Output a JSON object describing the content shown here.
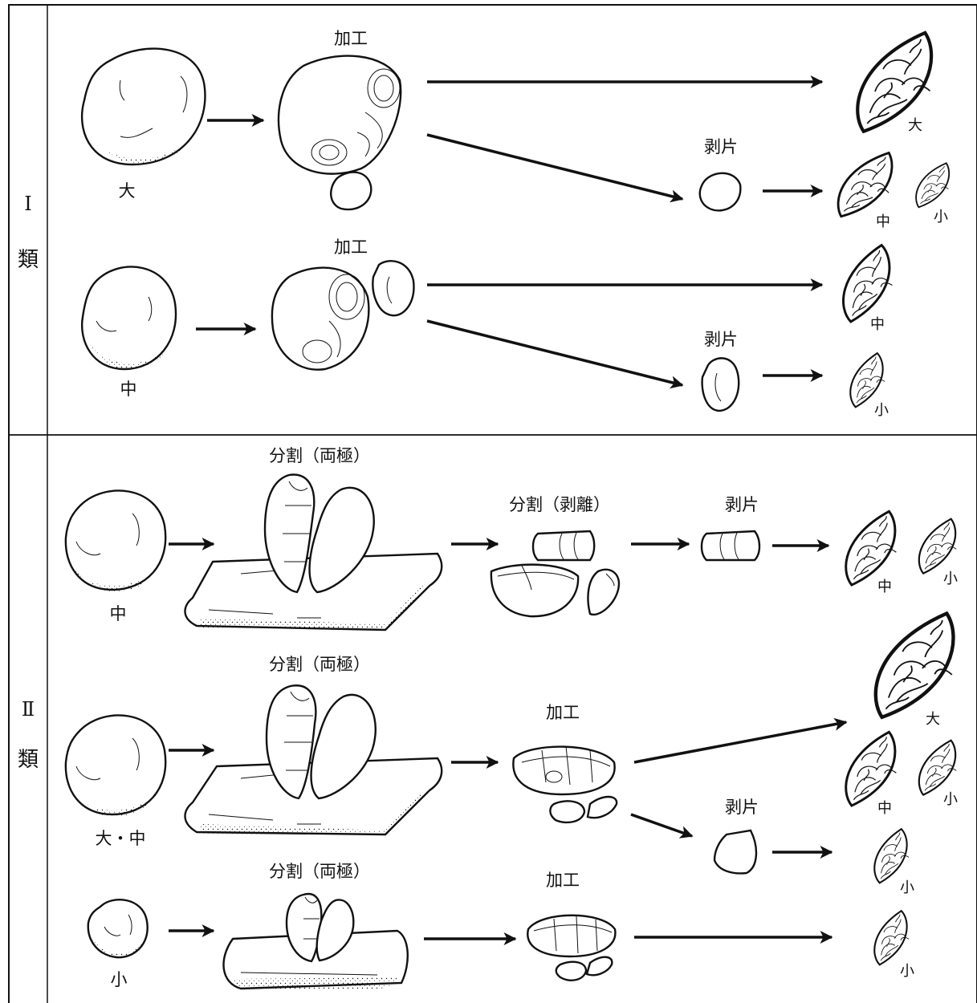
{
  "section_1": {
    "label_numeral": "Ⅰ",
    "label_class": "類",
    "row_1": {
      "cobble_size": "大",
      "step_label": "加工",
      "flake_label": "剥片",
      "products": [
        "大",
        "中",
        "小"
      ]
    },
    "row_2": {
      "cobble_size": "中",
      "step_label": "加工",
      "flake_label": "剥片",
      "products": [
        "中",
        "小"
      ]
    }
  },
  "section_2": {
    "label_numeral": "Ⅱ",
    "label_class": "類",
    "row_1": {
      "cobble_size": "中",
      "step_label": "分割（両極）",
      "second_step_label": "分割（剥離）",
      "flake_label": "剥片",
      "products": [
        "中",
        "小"
      ]
    },
    "row_2": {
      "cobble_size": "大・中",
      "step_label": "分割（両極）",
      "second_step_label": "加工",
      "flake_label": "剥片",
      "products": [
        "大",
        "中",
        "小",
        "小"
      ]
    },
    "row_3": {
      "cobble_size": "小",
      "step_label": "分割（両極）",
      "second_step_label": "加工",
      "products": [
        "小"
      ]
    }
  }
}
